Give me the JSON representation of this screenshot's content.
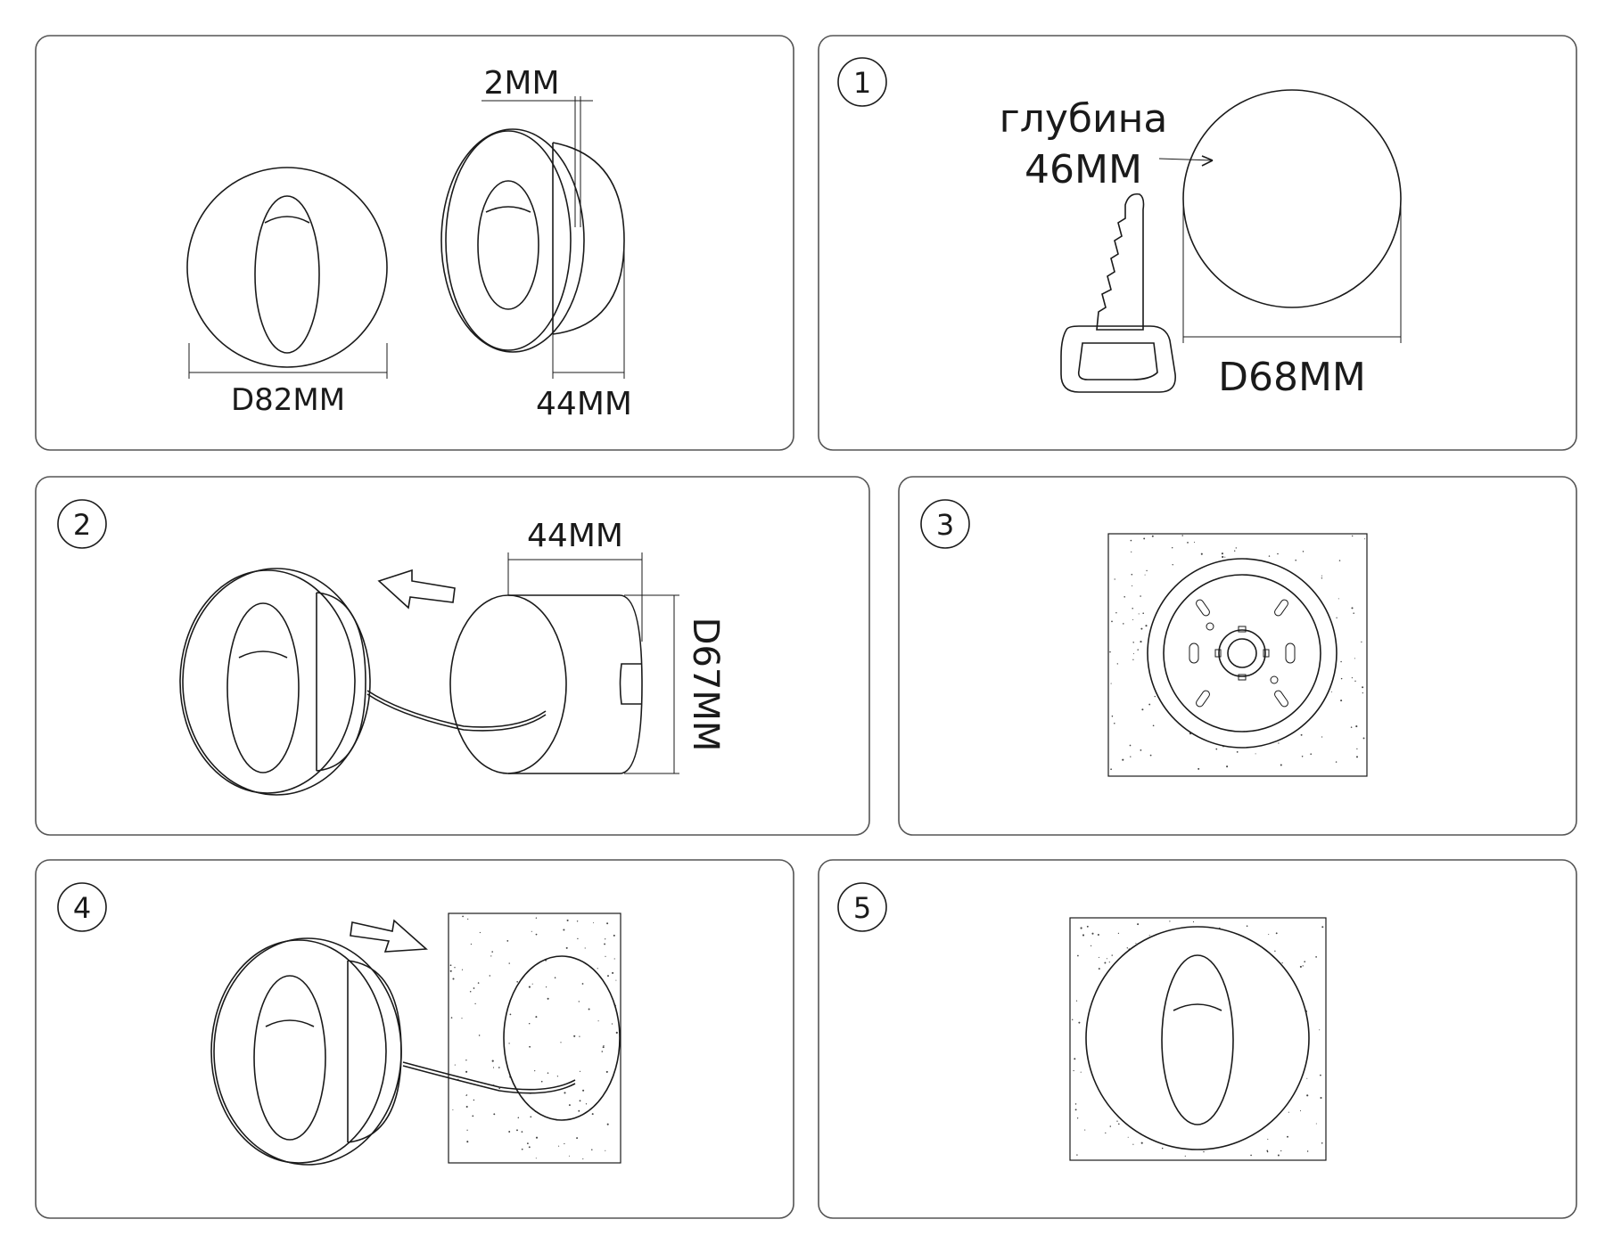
{
  "panels": [
    {
      "id": "overview",
      "step": "",
      "dimensions": [
        "2MM",
        "D82MM",
        "44MM"
      ]
    },
    {
      "id": "step-1",
      "step": "1",
      "dimensions": [
        "глубина",
        "46MM",
        "D68MM"
      ]
    },
    {
      "id": "step-2",
      "step": "2",
      "dimensions": [
        "44MM",
        "D67MM"
      ]
    },
    {
      "id": "step-3",
      "step": "3",
      "dimensions": []
    },
    {
      "id": "step-4",
      "step": "4",
      "dimensions": []
    },
    {
      "id": "step-5",
      "step": "5",
      "dimensions": []
    }
  ],
  "colors": {
    "stroke": "#1a1a1a",
    "panel_border": "#555555",
    "background": "#ffffff"
  }
}
